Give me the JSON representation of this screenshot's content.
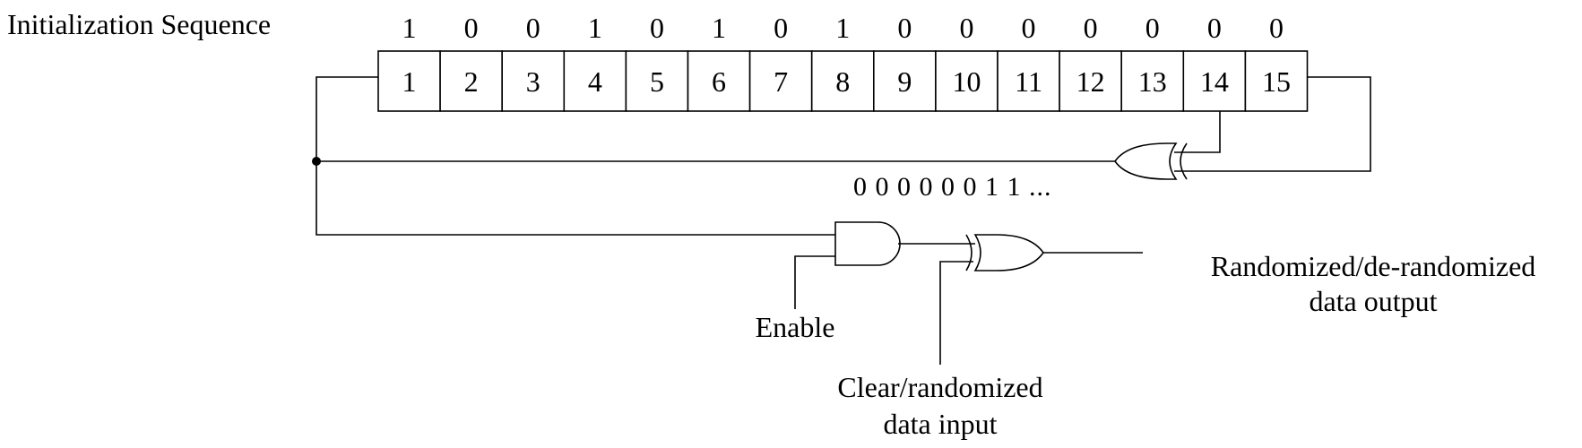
{
  "title": "Initialization Sequence",
  "init_bits": [
    "1",
    "0",
    "0",
    "1",
    "0",
    "1",
    "0",
    "1",
    "0",
    "0",
    "0",
    "0",
    "0",
    "0",
    "0"
  ],
  "register_cells": [
    "1",
    "2",
    "3",
    "4",
    "5",
    "6",
    "7",
    "8",
    "9",
    "10",
    "11",
    "12",
    "13",
    "14",
    "15"
  ],
  "feedback_sequence": "0 0 0 0 0 0 1 1 ...",
  "labels": {
    "enable": "Enable",
    "input_line1": "Clear/randomized",
    "input_line2": "data input",
    "output_line1": "Randomized/de-randomized",
    "output_line2": "data output"
  }
}
